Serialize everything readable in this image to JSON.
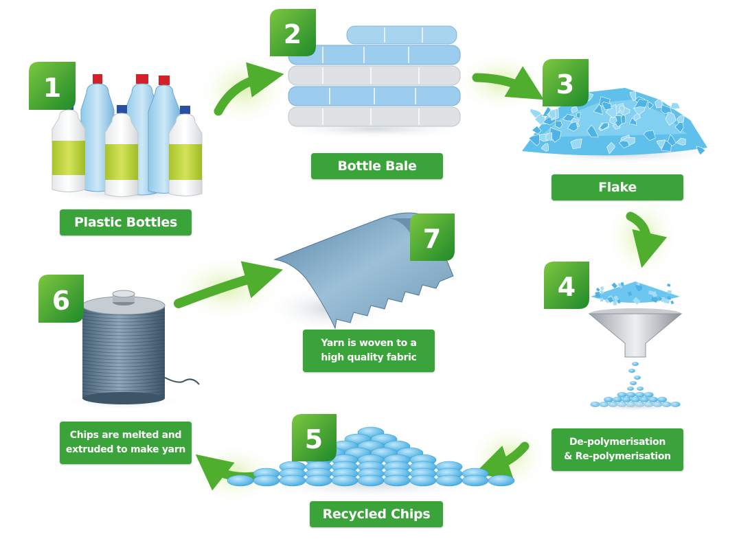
{
  "steps": [
    {
      "number": "1",
      "label": "Plastic Bottles"
    },
    {
      "number": "2",
      "label": "Bottle Bale"
    },
    {
      "number": "3",
      "label": "Flake"
    },
    {
      "number": "4",
      "label_line1": "De-polymerisation",
      "label_line2": "& Re-polymerisation"
    },
    {
      "number": "5",
      "label": "Recycled Chips"
    },
    {
      "number": "6",
      "label_line1": "Chips are melted and",
      "label_line2": "extruded to make yarn"
    },
    {
      "number": "7",
      "label_line1": "Yarn is woven to  a",
      "label_line2": "high quality fabric"
    }
  ],
  "colors": {
    "label_green": "#3aa43a",
    "leaf_green": "#2f9a2f",
    "arrow_green": "#4fae2d",
    "plastic_blue": "#5fc0ec",
    "fabric_blue": "#6f97b4"
  }
}
